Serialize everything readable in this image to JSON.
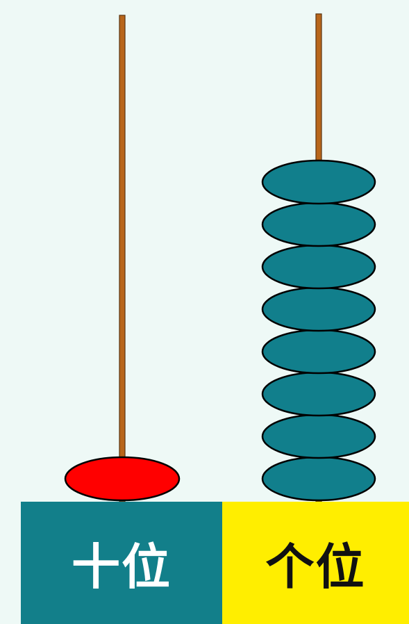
{
  "colors": {
    "background": "#eef9f6",
    "rod": "#b8661b",
    "tens_bead": "#ff0000",
    "ones_bead": "#117f8c",
    "tens_label_bg": "#127f8a",
    "tens_label_text": "#ffffff",
    "ones_label_bg": "#ffee00",
    "ones_label_text": "#111111"
  },
  "abacus": {
    "tens": {
      "label": "十位",
      "beads": 1
    },
    "ones": {
      "label": "个位",
      "beads": 8
    }
  }
}
